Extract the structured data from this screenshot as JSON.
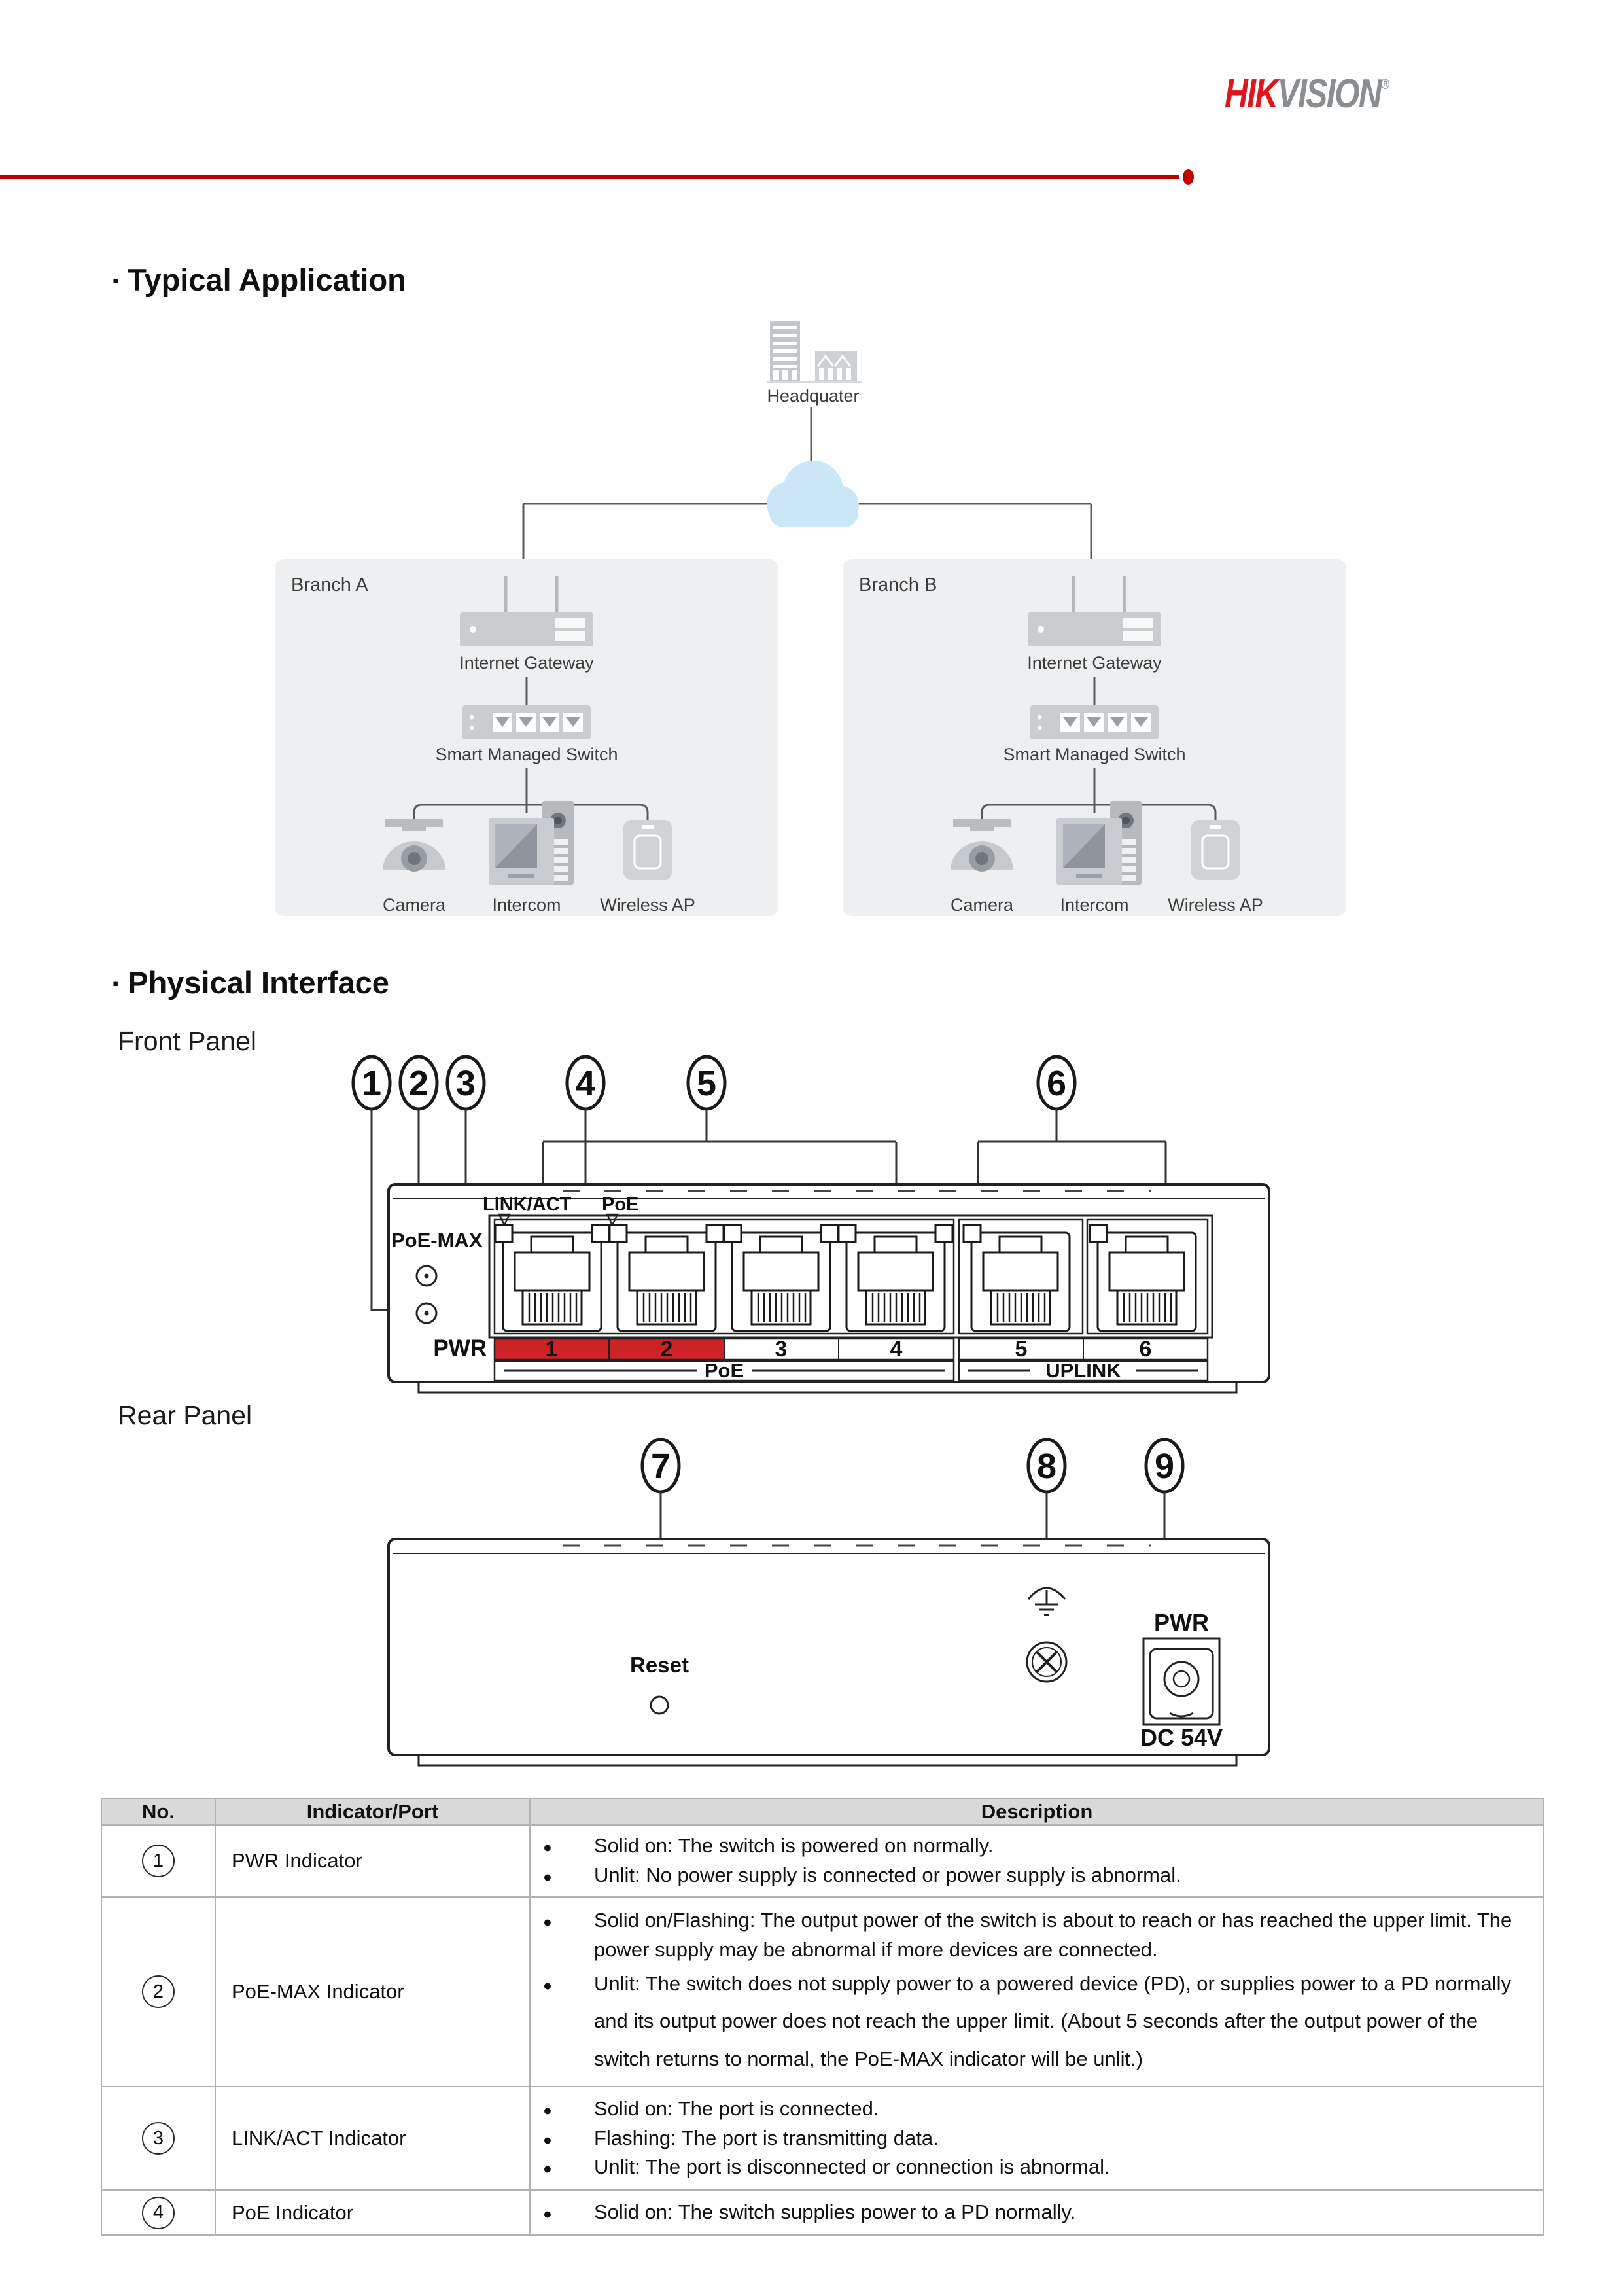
{
  "header": {
    "logo_hik": "HIK",
    "logo_vision": "VISION",
    "logo_reg": "®"
  },
  "sections": {
    "typical_application": {
      "bullet": "▪",
      "title": "Typical Application"
    },
    "physical_interface": {
      "bullet": "▪",
      "title": "Physical Interface"
    },
    "front_panel_label": "Front Panel",
    "rear_panel_label": "Rear Panel"
  },
  "topology": {
    "headquarter_label": "Headquater",
    "branch_a": {
      "label": "Branch A",
      "gateway": "Internet Gateway",
      "switch": "Smart Managed Switch",
      "camera": "Camera",
      "intercom": "Intercom",
      "wireless_ap": "Wireless AP"
    },
    "branch_b": {
      "label": "Branch B",
      "gateway": "Internet Gateway",
      "switch": "Smart Managed Switch",
      "camera": "Camera",
      "intercom": "Intercom",
      "wireless_ap": "Wireless AP"
    }
  },
  "front_panel": {
    "callouts": [
      "1",
      "2",
      "3",
      "4",
      "5",
      "6"
    ],
    "led_link_act": "LINK/ACT",
    "led_poe": "PoE",
    "poe_max": "PoE-MAX",
    "pwr": "PWR",
    "port_numbers": [
      "1",
      "2",
      "3",
      "4",
      "5",
      "6"
    ],
    "group_poe": "PoE",
    "group_uplink": "UPLINK"
  },
  "rear_panel": {
    "callouts": [
      "7",
      "8",
      "9"
    ],
    "reset": "Reset",
    "pwr": "PWR",
    "dc": "DC 54V"
  },
  "table": {
    "headers": [
      "No.",
      "Indicator/Port",
      "Description"
    ],
    "rows": [
      {
        "no": "1",
        "port": "PWR Indicator",
        "bullets": [
          "Solid on: The switch is powered on normally.",
          "Unlit: No power supply is connected or power supply is abnormal."
        ]
      },
      {
        "no": "2",
        "port": "PoE-MAX Indicator",
        "bullets": [
          "Solid on/Flashing: The output power of the switch is about to reach or has reached the upper limit. The power supply may be abnormal if more devices are connected.",
          "Unlit: The switch does not supply power to a powered device (PD), or supplies power to a PD normally and its output power does not reach the upper limit. (About 5 seconds after the output power of the switch returns to normal, the PoE-MAX indicator will be unlit.)"
        ]
      },
      {
        "no": "3",
        "port": "LINK/ACT Indicator",
        "bullets": [
          "Solid on: The port is connected.",
          "Flashing: The port is transmitting data.",
          "Unlit: The port is disconnected or connection is abnormal."
        ]
      },
      {
        "no": "4",
        "port": "PoE Indicator",
        "bullets": [
          "Solid on: The switch supplies power to a PD normally."
        ]
      }
    ]
  },
  "colors": {
    "accent_red": "#c00000",
    "logo_red": "#e0161f",
    "logo_gray": "#8b8e91",
    "port_strip_red": "#cd2328",
    "table_header_bg": "#d9d9d9",
    "branch_box_bg": "#edeff1",
    "cloud_blue": "#cbe6f6"
  }
}
